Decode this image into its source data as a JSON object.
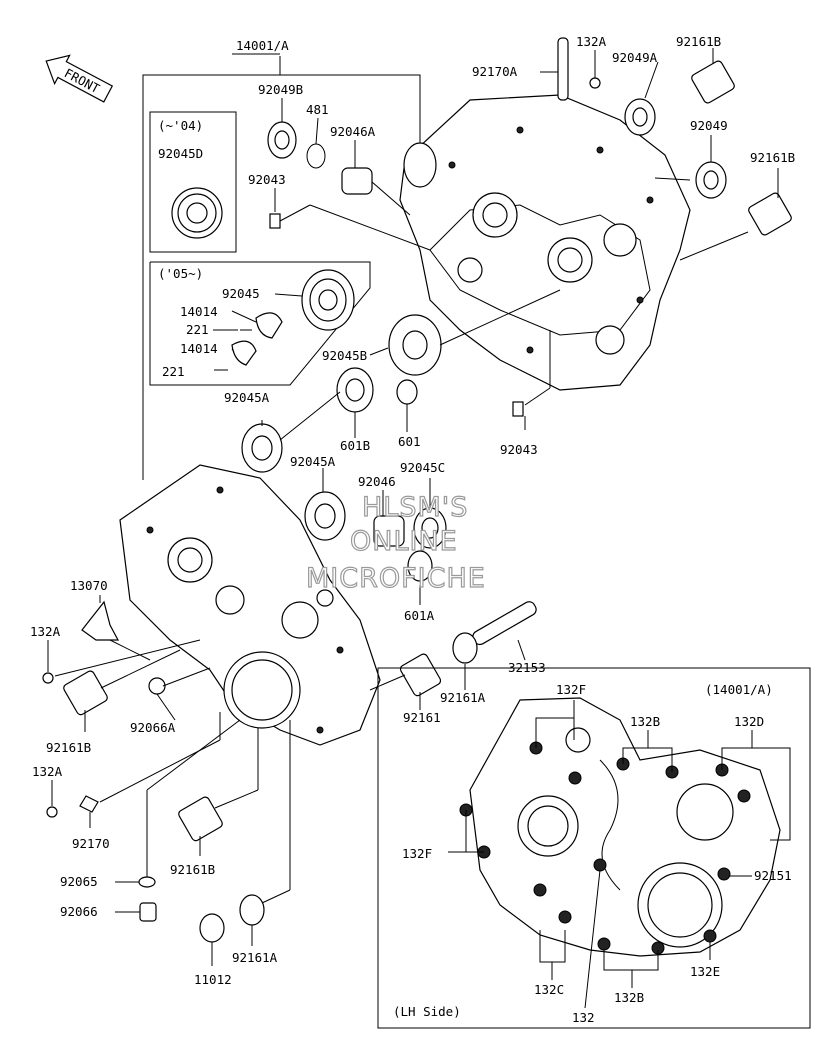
{
  "front_arrow": "FRONT",
  "watermark": [
    "HLSM'S",
    "ONLINE",
    "MICROFICHE"
  ],
  "boxes": {
    "early": "(~'04)",
    "late": "('05~)",
    "inset_title": "(14001/A)",
    "inset_side": "(LH Side)"
  },
  "labels": {
    "l14001a": "14001/A",
    "l132a_top": "132A",
    "l92161b_top": "92161B",
    "l92170a": "92170A",
    "l92049a": "92049A",
    "l92049b": "92049B",
    "l481": "481",
    "l92046a": "92046A",
    "l92049": "92049",
    "l92161b_r": "92161B",
    "l92045d": "92045D",
    "l92043_top": "92043",
    "l92045": "92045",
    "l14014_a": "14014",
    "l221_a": "221",
    "l14014_b": "14014",
    "l221_b": "221",
    "l92045b": "92045B",
    "l92045a_1": "92045A",
    "l601b": "601B",
    "l601": "601",
    "l92043_r": "92043",
    "l92045a_2": "92045A",
    "l92046": "92046",
    "l92045c": "92045C",
    "l13070": "13070",
    "l132a_l": "132A",
    "l601a": "601A",
    "l32153": "32153",
    "l92161a": "92161A",
    "l92161": "92161",
    "l92066a": "92066A",
    "l92161b_l": "92161B",
    "l132a_b": "132A",
    "l92170": "92170",
    "l92161b_b": "92161B",
    "l92065": "92065",
    "l92066": "92066",
    "l92161a_b": "92161A",
    "l11012": "11012",
    "l132f_top": "132F",
    "l132b_top": "132B",
    "l132d": "132D",
    "l132f_l": "132F",
    "l92151": "92151",
    "l132e": "132E",
    "l132c": "132C",
    "l132b_bot": "132B",
    "l132": "132"
  }
}
